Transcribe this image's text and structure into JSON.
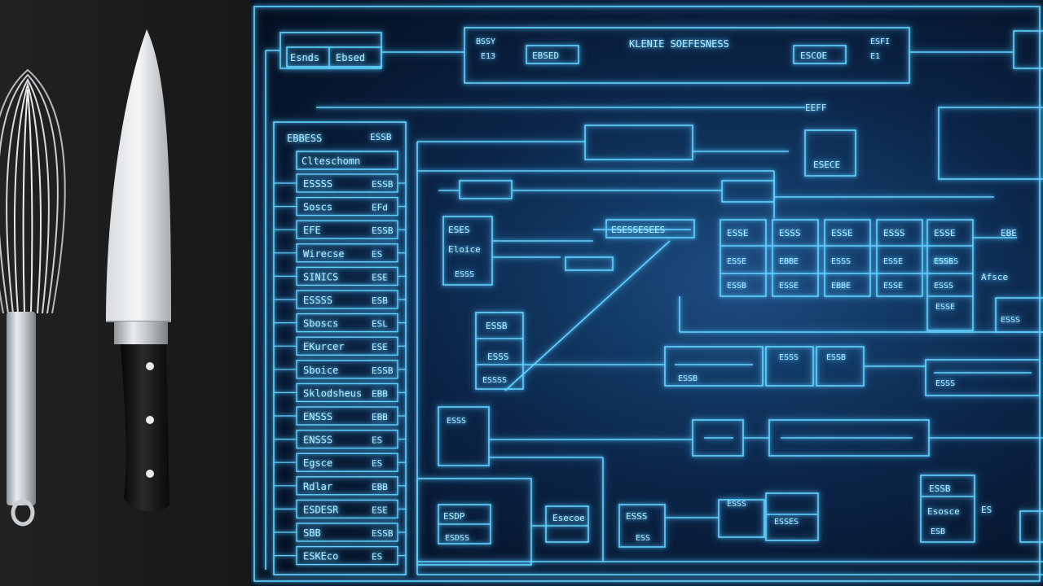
{
  "colors": {
    "line": "#63d2ff",
    "text": "#b8ecff",
    "background_dark": "#06152b",
    "background_glow": "#1f4d82",
    "left_panel": "#1b1b1b"
  },
  "tools": {
    "whisk": "whisk-icon",
    "knife": "chef-knife-icon"
  },
  "labels": {
    "top_left_a": "Esnds",
    "top_left_b": "Ebsed",
    "title": "KLENIE SOEFESNESS",
    "top_box_left": "EBSED",
    "top_box_right": "ESCOE",
    "top_tag_a": "BSSY",
    "top_tag_b": "E13",
    "top_tag_c": "ESFI",
    "top_tag_d": "E1",
    "line_tag": "EEFF",
    "right_top_box": "ESECE",
    "list_header_a": "EBBESS",
    "list_header_b": "ESSB",
    "list_top": "Clteschomn",
    "list": [
      {
        "name": "ESSSS",
        "code": "ESSB"
      },
      {
        "name": "Soscs",
        "code": "EFd"
      },
      {
        "name": "EFE",
        "code": "ESSB"
      },
      {
        "name": "Wirecse",
        "code": "ES"
      },
      {
        "name": "SINICS",
        "code": "ESE"
      },
      {
        "name": "ESSSS",
        "code": "ESB"
      },
      {
        "name": "Sboscs",
        "code": "ESL"
      },
      {
        "name": "EKurcer",
        "code": "ESE"
      },
      {
        "name": "Sboice",
        "code": "ESSB"
      },
      {
        "name": "Sklodsheus",
        "code": "EBB"
      },
      {
        "name": "ENSSS",
        "code": "EBB"
      },
      {
        "name": "ENSSS",
        "code": "ES"
      },
      {
        "name": "Egsce",
        "code": "ES"
      },
      {
        "name": "Rdlar",
        "code": "EBB"
      },
      {
        "name": "ESDESR",
        "code": "ESE"
      },
      {
        "name": "SBB",
        "code": "ESSB"
      },
      {
        "name": "ESKEco",
        "code": "ES"
      }
    ],
    "mid_block_a": "ESES",
    "mid_block_b": "Eloice",
    "mid_block_c": "ESSS",
    "wire_label": "ESESSESEES",
    "grid_headers": [
      "ESSE",
      "ESSS",
      "ESSE",
      "ESSS",
      "ESSE"
    ],
    "grid_cells": [
      "ESSE",
      "EBBE",
      "ESSS",
      "ESSE",
      "ESSS",
      "ESSB",
      "ESSE",
      "EBBE",
      "ESSE",
      "ESSS"
    ],
    "side_tag_a": "EBE",
    "side_tag_b": "Afsce",
    "side_tag_c": "ESSS",
    "side_tag_d": "ESSES",
    "side_tag_e": "ESSE",
    "col_block_a": "ESSB",
    "col_block_b": "ESSS",
    "col_block_c": "ESSSS",
    "bar_label_a": "ESSB",
    "bar_label_b": "ESSS",
    "bar_label_c": "ESSB",
    "bar_label_d": "ESSS",
    "small_box_a": "ESSS",
    "bottom_a": "ESDP",
    "bottom_b": "ESDSS",
    "bottom_c": "Esecoe",
    "bottom_d": "ESSS",
    "bottom_e": "ESS",
    "bottom_f": "ESSS",
    "bottom_g": "ESSES",
    "bottom_h": "ESSB",
    "bottom_i": "Esosce",
    "bottom_j": "ESB",
    "bottom_k": "ES"
  }
}
